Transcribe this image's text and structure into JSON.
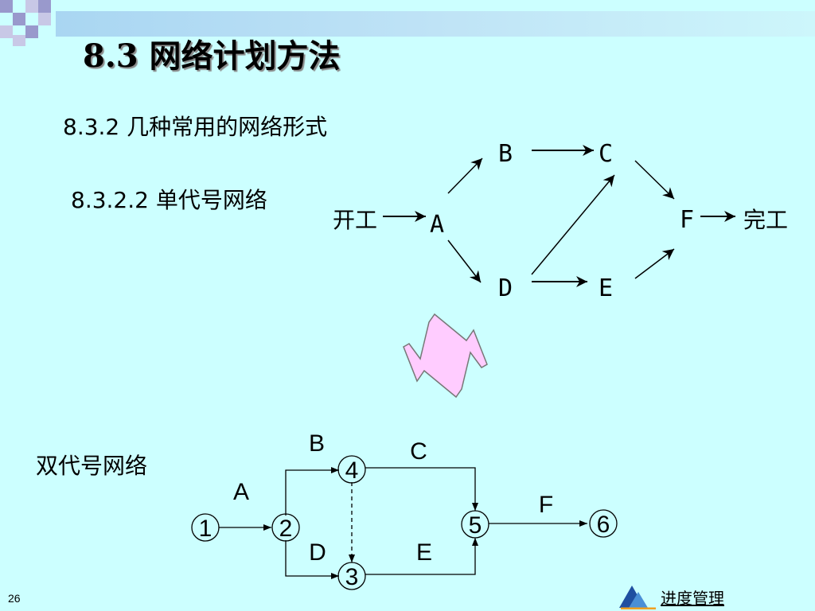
{
  "slide": {
    "title": "8.3  网络计划方法",
    "subtitle_section": "8.3.2 几种常用的网络形式",
    "subtitle_single": "8.3.2.2 单代号网络",
    "subtitle_double": "双代号网络",
    "page_number": "26",
    "footer_link": "进度管理"
  },
  "single_code_network": {
    "start_label": "开工",
    "end_label": "完工",
    "nodes": [
      "A",
      "B",
      "C",
      "D",
      "E",
      "F"
    ]
  },
  "double_code_network": {
    "nodes": [
      "1",
      "2",
      "3",
      "4",
      "5",
      "6"
    ],
    "activities": [
      "A",
      "B",
      "C",
      "D",
      "E",
      "F"
    ]
  },
  "colors": {
    "background": "#ccffff",
    "exchange_arrow_fill": "#ffccff",
    "band": "#a9d6f2",
    "deco_purple": "#9999cc"
  }
}
